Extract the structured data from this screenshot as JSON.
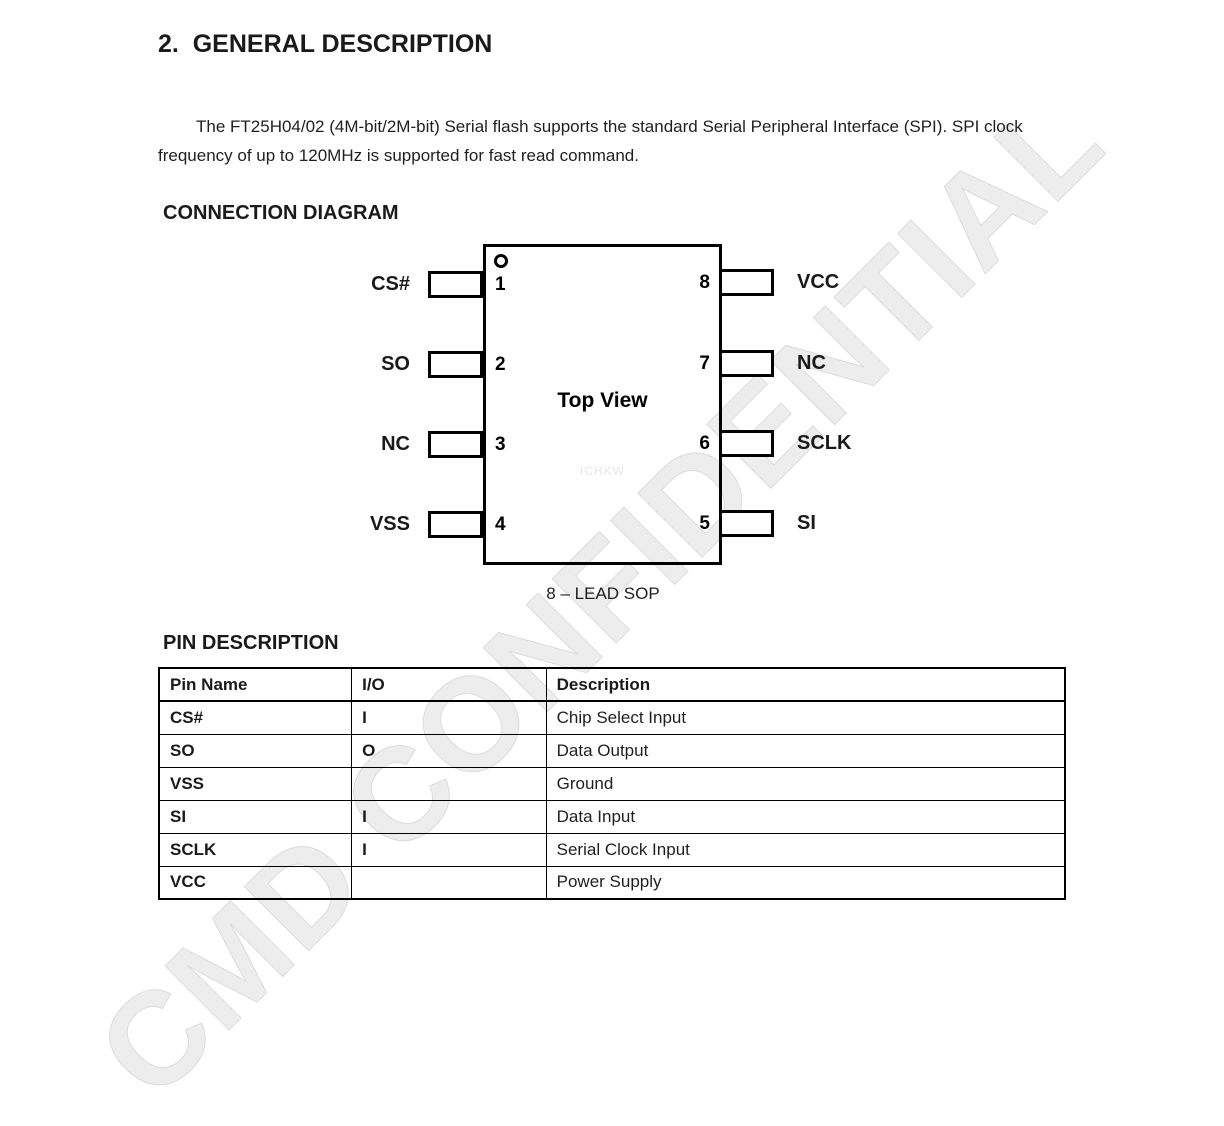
{
  "page": {
    "section_title": "2.  GENERAL DESCRIPTION",
    "paragraph": "The FT25H04/02 (4M-bit/2M-bit) Serial flash supports the standard Serial Peripheral Interface (SPI). SPI clock frequency of up to 120MHz is supported for fast read command.",
    "watermark": "CMD CONFIDENTIAL",
    "inner_watermark": "ICHKW"
  },
  "diagram": {
    "heading": "CONNECTION DIAGRAM",
    "chip_label": "Top View",
    "caption": "8 – LEAD SOP",
    "left_pins": [
      {
        "number": "1",
        "name": "CS#"
      },
      {
        "number": "2",
        "name": "SO"
      },
      {
        "number": "3",
        "name": "NC"
      },
      {
        "number": "4",
        "name": "VSS"
      }
    ],
    "right_pins": [
      {
        "number": "8",
        "name": "VCC"
      },
      {
        "number": "7",
        "name": "NC"
      },
      {
        "number": "6",
        "name": "SCLK"
      },
      {
        "number": "5",
        "name": "SI"
      }
    ]
  },
  "pin_table": {
    "heading": "PIN DESCRIPTION",
    "columns": [
      "Pin Name",
      "I/O",
      "Description"
    ],
    "rows": [
      {
        "pin": "CS#",
        "io": "I",
        "description": "Chip Select Input"
      },
      {
        "pin": "SO",
        "io": "O",
        "description": "Data Output"
      },
      {
        "pin": "VSS",
        "io": "",
        "description": "Ground"
      },
      {
        "pin": "SI",
        "io": "I",
        "description": "Data Input"
      },
      {
        "pin": "SCLK",
        "io": "I",
        "description": "Serial Clock Input"
      },
      {
        "pin": "VCC",
        "io": "",
        "description": "Power Supply"
      }
    ]
  }
}
